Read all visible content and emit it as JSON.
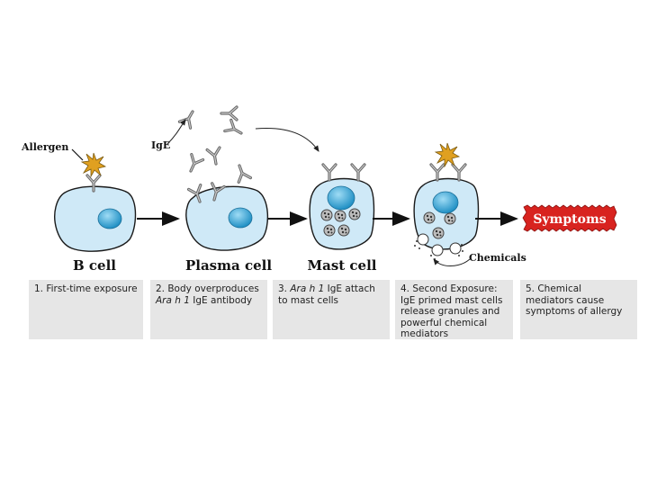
{
  "labels": {
    "allergen": "Allergen",
    "ige": "IgE",
    "chemicals": "Chemicals",
    "symptoms": "Symptoms"
  },
  "cells": [
    {
      "name": "B cell"
    },
    {
      "name": "Plasma cell"
    },
    {
      "name": "Mast cell"
    }
  ],
  "steps": [
    {
      "text": "1. First-time exposure"
    },
    {
      "prefix": "2. Body overproduces",
      "italic": "Ara h 1",
      "suffix": " IgE antibody"
    },
    {
      "prefix": "3. ",
      "italic": "Ara h 1",
      "suffix": " IgE attach to mast cells"
    },
    {
      "text": "4. Second Exposure: IgE primed mast cells release granules and powerful chemical mediators"
    },
    {
      "text": "5. Chemical mediators cause symptoms of allergy"
    }
  ],
  "colors": {
    "cell_fill": "#cfe9f7",
    "nucleus": "#3fb0e0",
    "allergen": "#e0a020",
    "antibody": "#888888",
    "symptoms_bg": "#d8231f",
    "box_bg": "#e6e6e6"
  }
}
